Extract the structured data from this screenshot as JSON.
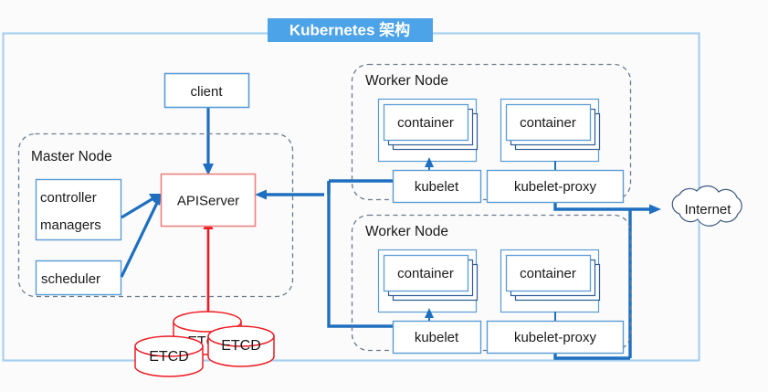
{
  "diagram": {
    "title": "Kubernetes 架构",
    "title_band_color": "#4da3e8",
    "outer_frame_color": "#a8d0ef",
    "background_color": "#fbfbfb",
    "accent_blue": "#1f6fc0",
    "accent_red": "#ed1c24",
    "box_border_blue": "#5b9bd5",
    "box_border_red": "#f08080",
    "dashed_border_color": "#6b7a90"
  },
  "master_node": {
    "label": "Master Node",
    "components": [
      {
        "id": "controller-managers",
        "line1": "controller",
        "line2": "managers"
      },
      {
        "id": "scheduler",
        "label": "scheduler"
      },
      {
        "id": "apiserver",
        "label": "APIServer"
      }
    ]
  },
  "client": {
    "label": "client"
  },
  "etcd": {
    "label": "ETCD",
    "instances": [
      "ETCD",
      "ETCD",
      "ETCD"
    ]
  },
  "worker_nodes": [
    {
      "label": "Worker Node",
      "containers": [
        {
          "label": "container"
        },
        {
          "label": "container"
        }
      ],
      "agents": [
        {
          "id": "kubelet",
          "label": "kubelet"
        },
        {
          "id": "kubelet-proxy",
          "label": "kubelet-proxy"
        }
      ]
    },
    {
      "label": "Worker Node",
      "containers": [
        {
          "label": "container"
        },
        {
          "label": "container"
        }
      ],
      "agents": [
        {
          "id": "kubelet",
          "label": "kubelet"
        },
        {
          "id": "kubelet-proxy",
          "label": "kubelet-proxy"
        }
      ]
    }
  ],
  "internet": {
    "label": "Internet"
  }
}
